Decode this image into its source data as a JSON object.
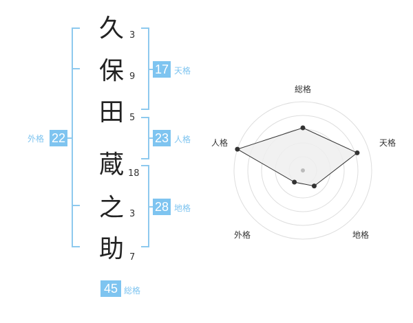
{
  "name": {
    "chars": [
      {
        "char": "久",
        "strokes": "3"
      },
      {
        "char": "保",
        "strokes": "9"
      },
      {
        "char": "田",
        "strokes": "5"
      },
      {
        "char": "蔵",
        "strokes": "18"
      },
      {
        "char": "之",
        "strokes": "3"
      },
      {
        "char": "助",
        "strokes": "7"
      }
    ]
  },
  "kakaku": {
    "tenkaku": {
      "value": "17",
      "label": "天格"
    },
    "jinkaku": {
      "value": "23",
      "label": "人格"
    },
    "chikaku": {
      "value": "28",
      "label": "地格"
    },
    "gaikaku": {
      "value": "22",
      "label": "外格"
    },
    "soukaku": {
      "value": "45",
      "label": "総格"
    }
  },
  "radar": {
    "labels": {
      "soukaku": "総格",
      "tenkaku": "天格",
      "chikaku": "地格",
      "gaikaku": "外格",
      "jinkaku": "人格"
    },
    "levels": {
      "soukaku": 0.62,
      "tenkaku": 0.83,
      "chikaku": 0.28,
      "gaikaku": 0.21,
      "jinkaku": 1.0
    },
    "colors": {
      "ring": "#dddddd",
      "fill": "#eeeeee",
      "line": "#333333",
      "dot": "#333333",
      "center": "#bbbbbb"
    }
  }
}
